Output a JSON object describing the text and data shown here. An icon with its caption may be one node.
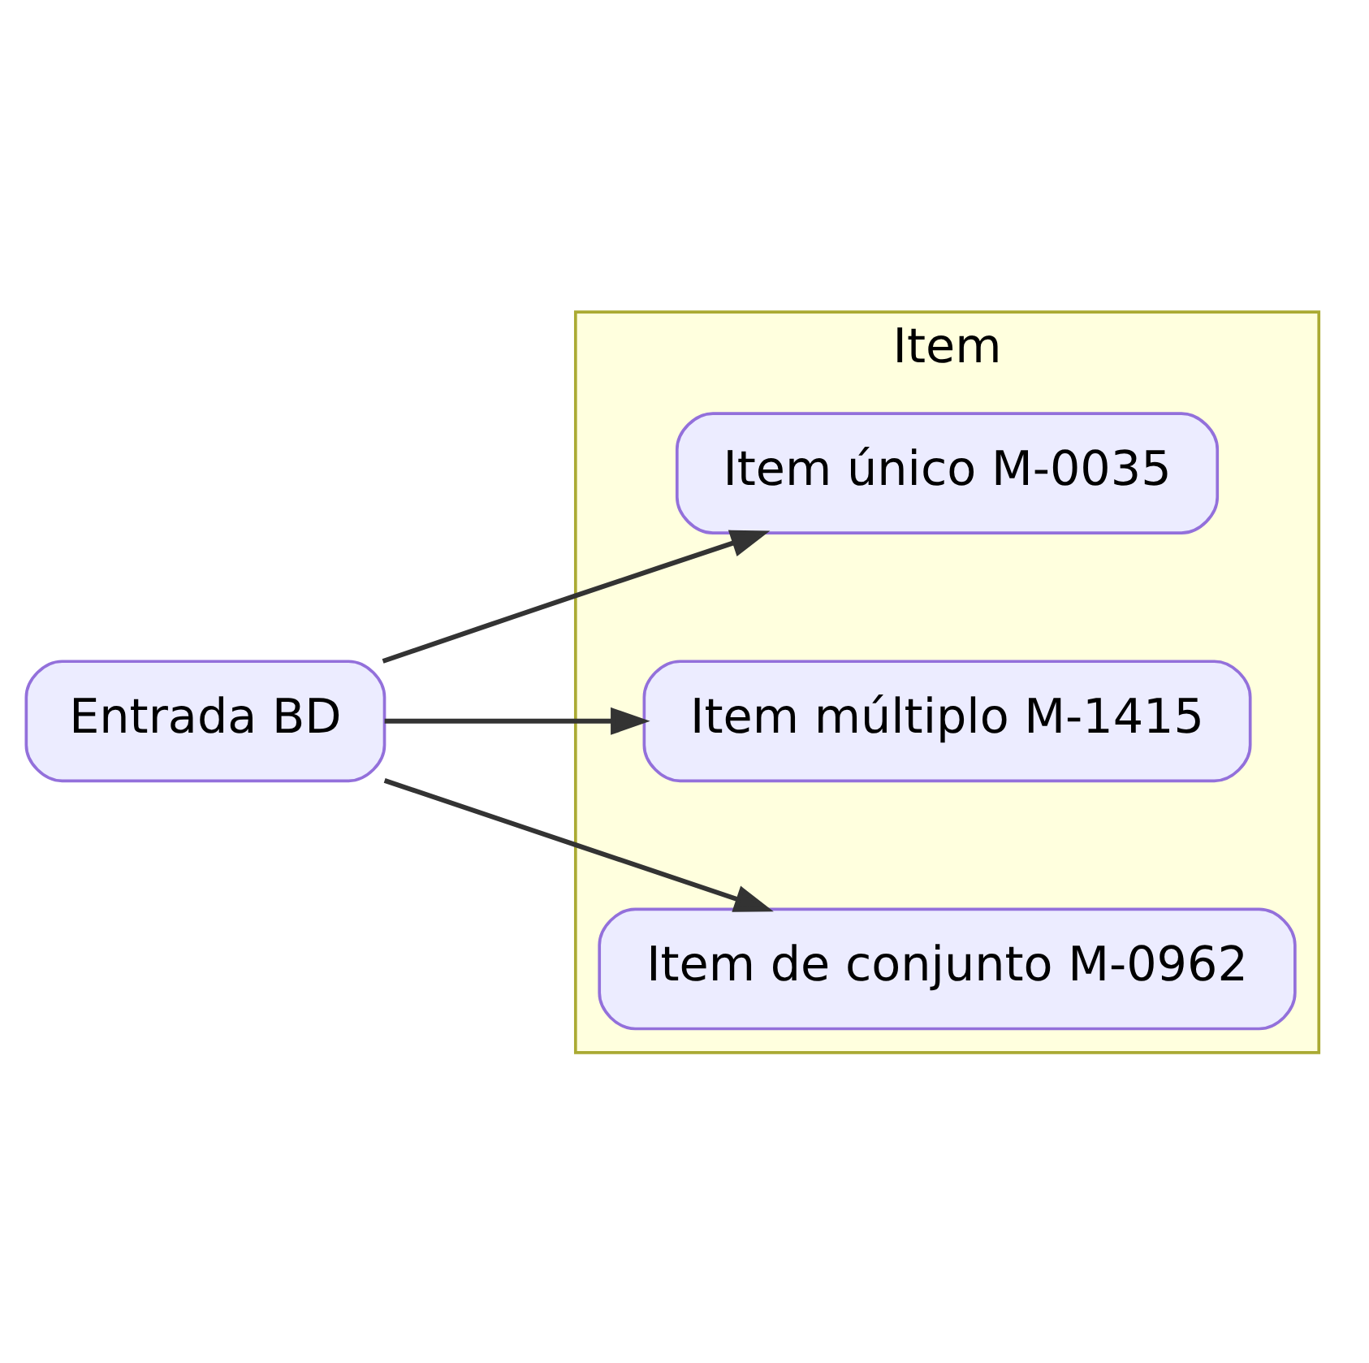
{
  "diagram": {
    "nodes": [
      {
        "text": [
          "Entrada BD"
        ]
      },
      {
        "text": [
          "Item"
        ]
      },
      {
        "text": [
          "Item único M-0035"
        ],
        "in": 1
      },
      {
        "text": [
          "Item múltiplo M-1415"
        ],
        "in": 1
      },
      {
        "text": [
          "Item de conjunto M-0962"
        ],
        "in": 1
      }
    ],
    "edges": [
      {
        "from": 0,
        "to": 2,
        "arrow": "to"
      },
      {
        "from": 0,
        "to": 3,
        "arrow": "to"
      },
      {
        "from": 0,
        "to": 4,
        "arrow": "to"
      }
    ]
  }
}
